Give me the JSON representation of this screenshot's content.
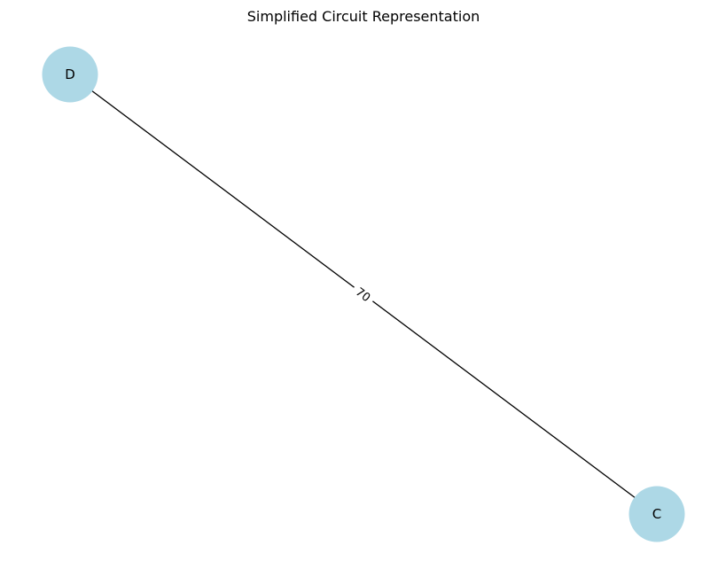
{
  "diagram": {
    "title": "Simplified Circuit Representation",
    "node_color": "#add8e6",
    "edge_color": "#000000",
    "nodes": [
      {
        "id": "D",
        "label": "D"
      },
      {
        "id": "C",
        "label": "C"
      }
    ],
    "edges": [
      {
        "from": "D",
        "to": "C",
        "label": "70"
      }
    ]
  }
}
